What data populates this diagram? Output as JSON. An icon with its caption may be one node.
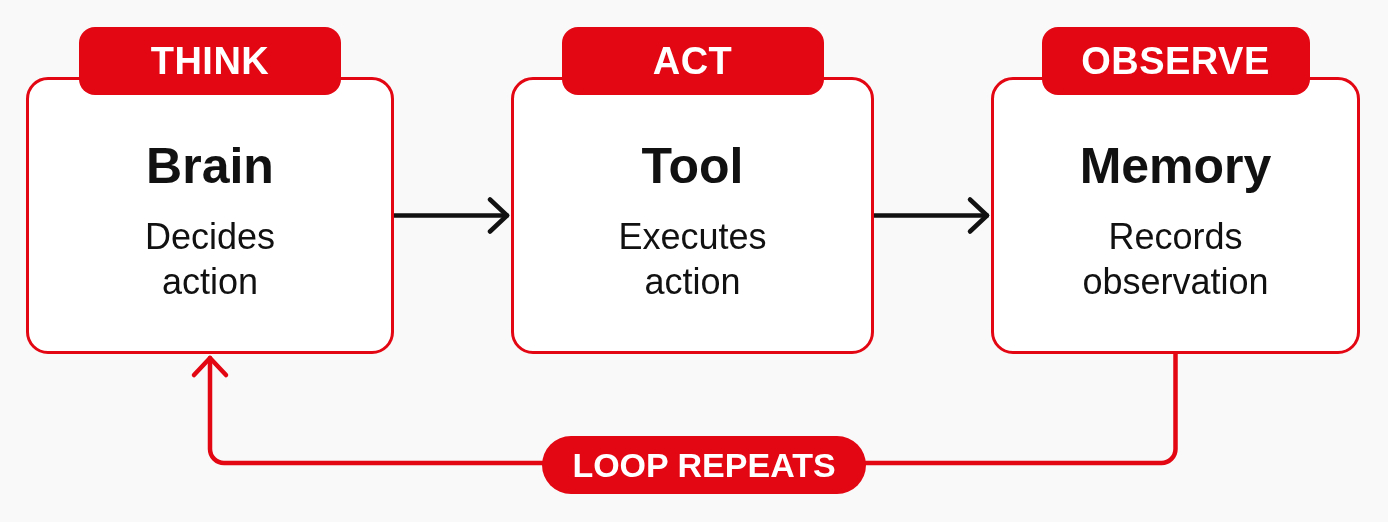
{
  "diagram": {
    "nodes": [
      {
        "text": [
          "THINK",
          "Brain",
          "Decides action"
        ]
      },
      {
        "text": [
          "ACT",
          "Tool",
          "Executes action"
        ]
      },
      {
        "text": [
          "OBSERVE",
          "Memory",
          "Records observation"
        ]
      }
    ],
    "edges": [
      {
        "from": 0,
        "to": 1,
        "arrow": "to"
      },
      {
        "from": 1,
        "to": 2,
        "arrow": "to"
      },
      {
        "from": 2,
        "to": 0,
        "arrow": "to",
        "label": "LOOP REPEATS",
        "color": "#e30613"
      }
    ]
  }
}
